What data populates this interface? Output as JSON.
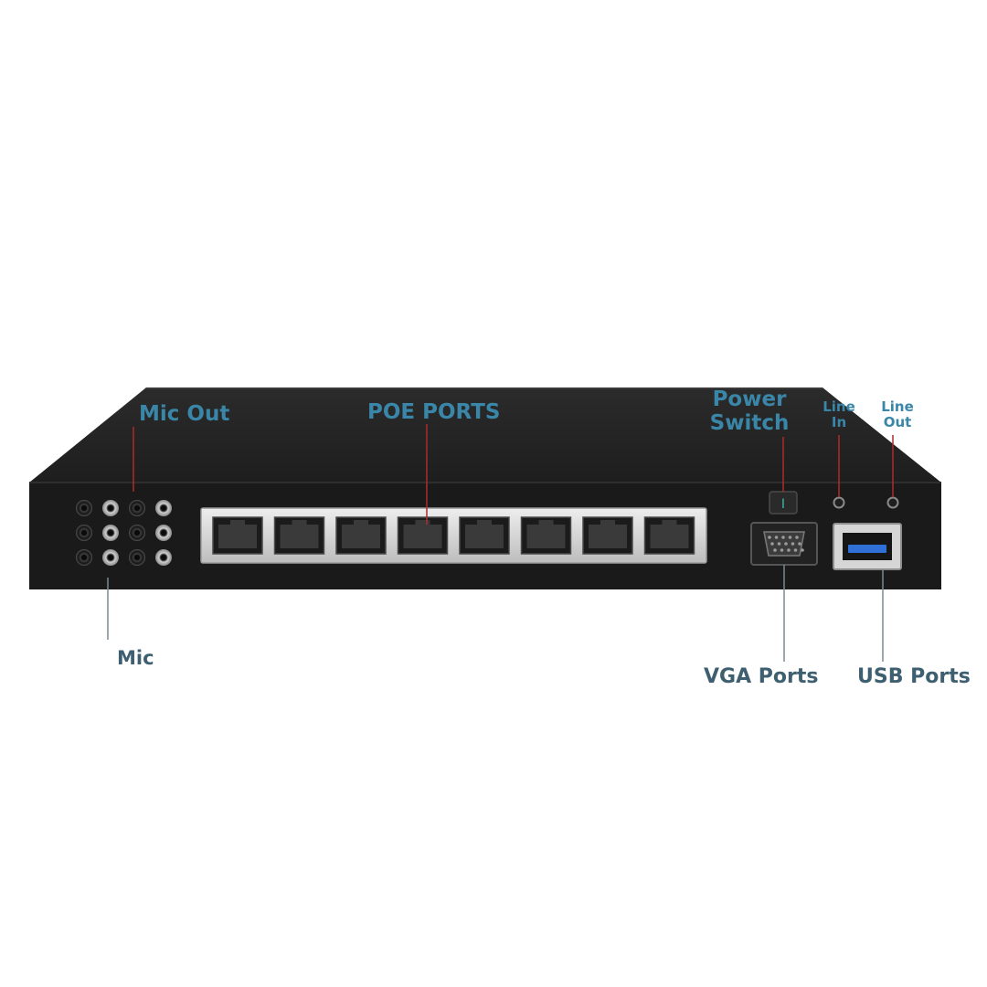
{
  "labels": {
    "mic_out": "Mic Out",
    "poe_ports": "POE PORTS",
    "power_switch": [
      "Power",
      "Switch"
    ],
    "line_in": [
      "Line",
      "In"
    ],
    "line_out": [
      "Line",
      "Out"
    ],
    "mic_in": "Mic",
    "vga_ports": "VGA Ports",
    "usb_ports": "USB Ports",
    "power_switch_mark": "I"
  },
  "device": {
    "poe_port_count": 8,
    "audio_jack_rows": 3,
    "audio_jack_columns": 4,
    "body_color": "#1c1c1c",
    "top_color": "#242424",
    "port_bezel_color": "#d9d9d9",
    "usb_tongue_color": "#2f6fd6",
    "leader_line_color": "#b02a2a",
    "label_color_top": "#3a86a8",
    "label_color_bottom": "#3d5f70"
  }
}
